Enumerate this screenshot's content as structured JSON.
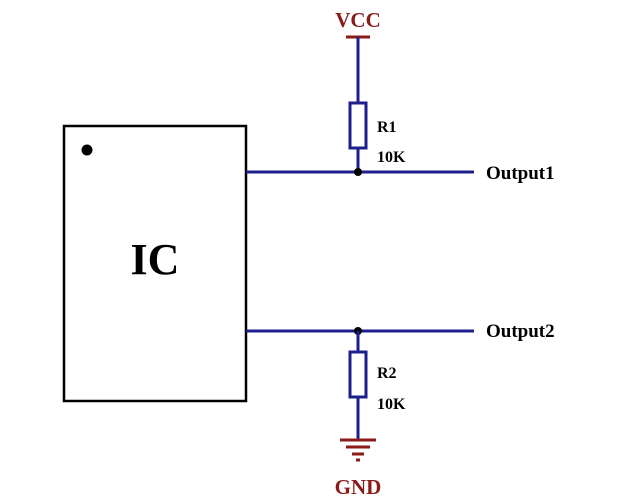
{
  "ic": {
    "label": "IC"
  },
  "power": {
    "vcc_label": "VCC",
    "gnd_label": "GND",
    "color": "#8b1a1a"
  },
  "nets": {
    "output1": "Output1",
    "output2": "Output2"
  },
  "resistors": [
    {
      "ref": "R1",
      "value": "10K"
    },
    {
      "ref": "R2",
      "value": "10K"
    }
  ],
  "colors": {
    "wire": "#1e1e8c",
    "chip_outline": "#000000",
    "junction": "#000000"
  }
}
